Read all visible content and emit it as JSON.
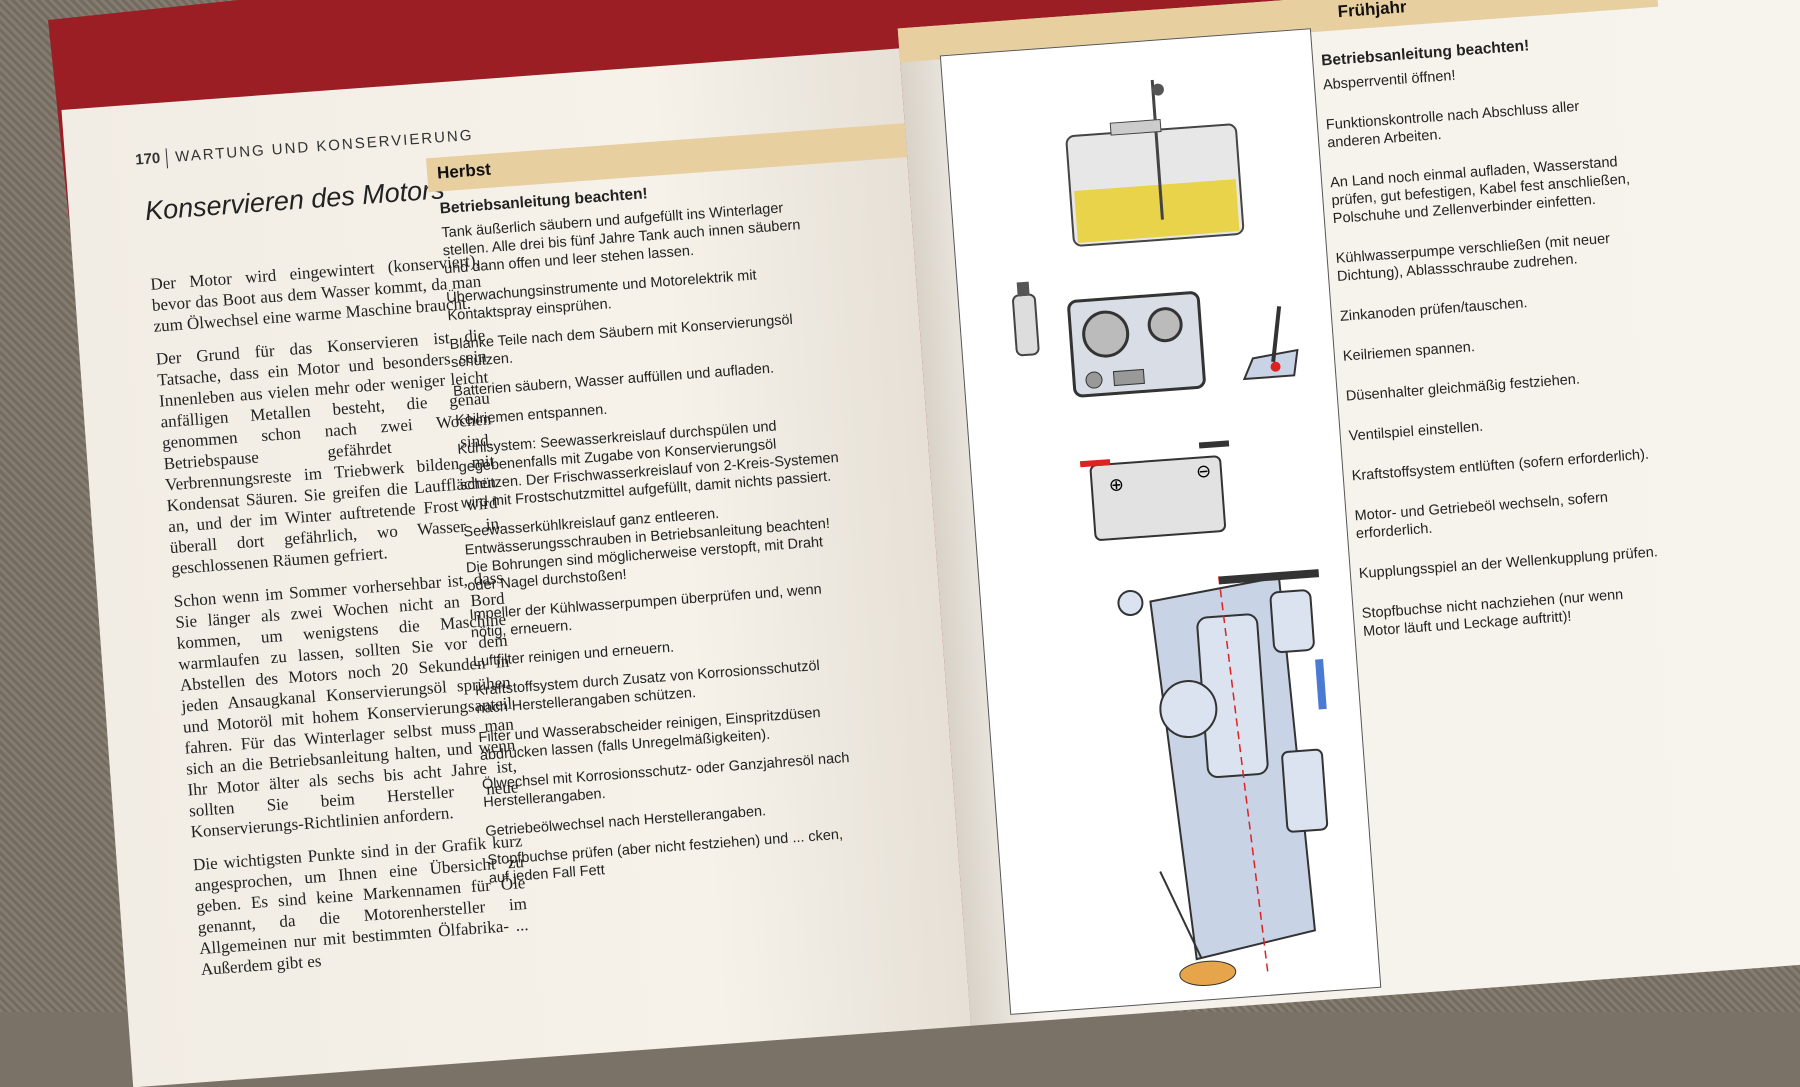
{
  "left_page": {
    "page_number": "170",
    "running_head": "WARTUNG UND KONSERVIERUNG",
    "title": "Konservieren des Motors",
    "paragraphs": [
      "Der Motor wird eingewintert (konserviert), bevor das Boot aus dem Wasser kommt, da man zum Ölwechsel eine warme Maschine braucht.",
      "Der Grund für das Konservieren ist die Tatsache, dass ein Motor und besonders sein Innenleben aus vielen mehr oder weniger leicht anfälligen Metallen besteht, die genau genommen schon nach zwei Wochen Betriebspause gefährdet sind. Verbrennungsreste im Triebwerk bilden mit Kondensat Säuren. Sie greifen die Laufflächen an, und der im Winter auftretende Frost wird überall dort gefährlich, wo Wasser in geschlossenen Räumen gefriert.",
      "Schon wenn im Sommer vorhersehbar ist, dass Sie länger als zwei Wochen nicht an Bord kommen, um wenigstens die Maschine warmlaufen zu lassen, sollten Sie vor dem Abstellen des Motors noch 20 Sekunden in jeden Ansaugkanal Konservierungsöl sprühen und Motoröl mit hohem Konservierungsanteil fahren. Für das Winterlager selbst muss man sich an die Betriebsanleitung halten, und wenn Ihr Motor älter als sechs bis acht Jahre ist, sollten Sie beim Hersteller neue Konservierungs-Richtlinien anfordern.",
      "Die wichtigsten Punkte sind in der Grafik kurz angesprochen, um Ihnen eine Übersicht zu geben. Es sind keine Markennamen für Öle genannt, da die Motorenhersteller im Allgemeinen nur mit bestimmten Ölfabrika- ... Außerdem gibt es"
    ]
  },
  "herbst": {
    "label": "Herbst",
    "heading": "Betriebsanleitung beachten!",
    "items": [
      "Tank äußerlich säubern und aufgefüllt ins Winterlager stellen. Alle drei bis fünf Jahre Tank auch innen säubern und dann offen und leer stehen lassen.",
      "Überwachungsinstrumente und Motorelektrik mit Kontaktspray einsprühen.",
      "Blanke Teile nach dem Säubern mit Konservierungsöl schützen.",
      "Batterien säubern, Wasser auffüllen und aufladen.",
      "Keilriemen entspannen.",
      "Kühlsystem: Seewasserkreislauf durchspülen und gegebenenfalls mit Zugabe von Konservierungsöl schützen. Der Frischwasserkreislauf von 2-Kreis-Systemen wird mit Frostschutzmittel aufgefüllt, damit nichts passiert.",
      "Seewasserkühlkreislauf ganz entleeren. Entwässerungsschrauben in Betriebsanleitung beachten! Die Bohrungen sind möglicherweise verstopft, mit Draht oder Nagel durchstoßen!",
      "Impeller der Kühlwasserpumpen überprüfen und, wenn nötig, erneuern.",
      "Luftfilter reinigen und erneuern.",
      "Kraftstoffsystem durch Zusatz von Korrosionsschutzöl nach Herstellerangaben schützen.",
      "Filter und Wasserabscheider reinigen, Einspritzdüsen abdrücken lassen (falls Unregelmäßigkeiten).",
      "Ölwechsel mit Korrosionsschutz- oder Ganzjahresöl nach Herstellerangaben.",
      "Getriebeölwechsel nach Herstellerangaben.",
      "Stopfbuchse prüfen (aber nicht festziehen) und ... cken, auf jeden Fall Fett"
    ]
  },
  "fruehjahr": {
    "label": "Frühjahr",
    "heading": "Betriebsanleitung beachten!",
    "items": [
      "Absperrventil öffnen!",
      "Funktionskontrolle nach Abschluss aller anderen Arbeiten.",
      "An Land noch einmal aufladen, Wasserstand prüfen, gut befestigen, Kabel fest anschließen, Polschuhe und Zellenverbinder einfetten.",
      "Kühlwasserpumpe verschließen (mit neuer Dichtung), Ablassschraube zudrehen.",
      "Zinkanoden prüfen/tauschen.",
      "Keilriemen spannen.",
      "Düsenhalter gleichmäßig festziehen.",
      "Ventilspiel einstellen.",
      "Kraftstoffsystem entlüften (sofern erforderlich).",
      "Motor- und Getriebeöl wechseln, sofern erforderlich.",
      "Kupplungsspiel an der Wellenkupplung prüfen.",
      "Stopfbuchse nicht nachziehen (nur wenn Motor läuft und Leckage auftritt)!"
    ]
  },
  "colors": {
    "band": "#e8cfa0",
    "fuel": "#e9d34a",
    "engine": "#c9d3e6",
    "cover": "#9a1e24"
  }
}
